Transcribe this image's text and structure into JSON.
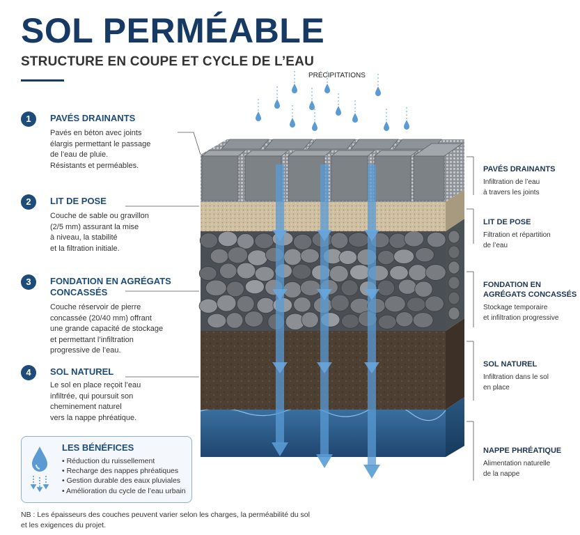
{
  "title": "SOL PERMÉABLE",
  "subtitle": "STRUCTURE EN COUPE ET CYCLE DE L’EAU",
  "precipitations_label": "PRÉCIPITATIONS",
  "left_items": [
    {
      "number": "1",
      "heading": "PAVÉS DRAINANTS",
      "lines": [
        "Pavés en béton avec joints",
        "élargis permettant le passage",
        "de l’eau de pluie.",
        "Résistants et perméables."
      ]
    },
    {
      "number": "2",
      "heading": "LIT DE POSE",
      "lines": [
        "Couche de sable ou gravillon",
        "(2/5 mm) assurant la mise",
        "à niveau, la stabilité",
        "et la filtration initiale."
      ]
    },
    {
      "number": "3",
      "heading_lines": [
        "FONDATION EN AGRÉGATS",
        "CONCASSÉS"
      ],
      "lines": [
        "Couche réservoir de pierre",
        "concassée (20/40 mm) offrant",
        "une grande capacité de stockage",
        "et permettant l’infiltration",
        "progressive de l’eau."
      ]
    },
    {
      "number": "4",
      "heading": "SOL NATUREL",
      "lines": [
        "Le sol en place reçoit l’eau",
        "infiltrée, qui poursuit son",
        "cheminement naturel",
        "vers la nappe phréatique."
      ]
    }
  ],
  "right_items": [
    {
      "heading_lines": [
        "PAVÉS DRAINANTS"
      ],
      "lines": [
        "Infiltration de l’eau",
        "à travers les joints"
      ]
    },
    {
      "heading_lines": [
        "LIT DE POSE"
      ],
      "lines": [
        "Filtration et répartition",
        "de l’eau"
      ]
    },
    {
      "heading_lines": [
        "FONDATION EN",
        "AGRÉGATS CONCASSÉS"
      ],
      "lines": [
        "Stockage temporaire",
        "et infiltration progressive"
      ]
    },
    {
      "heading_lines": [
        "SOL NATUREL"
      ],
      "lines": [
        "Infiltration dans le sol",
        "en place"
      ]
    },
    {
      "heading_lines": [
        "NAPPE PHRÉATIQUE"
      ],
      "lines": [
        "Alimentation naturelle",
        "de la nappe"
      ]
    }
  ],
  "benefits": {
    "heading": "LES BÉNÉFICES",
    "items": [
      "Réduction du ruissellement",
      "Recharge des nappes phréatiques",
      "Gestion durable des eaux pluviales",
      "Amélioration du cycle de l’eau urbain"
    ]
  },
  "note_lines": [
    "NB : Les épaisseurs des couches peuvent varier selon les charges, la perméabilité du sol",
    "et les exigences du projet."
  ],
  "colors": {
    "primary": "#163a63",
    "accent": "#1d4c7a",
    "water": "#5a9bd4",
    "paver": "#7d8287",
    "sand": "#cfc2a6",
    "stone": "#6e7378",
    "soil": "#4e3f33",
    "groundwater": "#2f5f8f"
  },
  "icons": {
    "benefits": "water-drop-icon"
  }
}
